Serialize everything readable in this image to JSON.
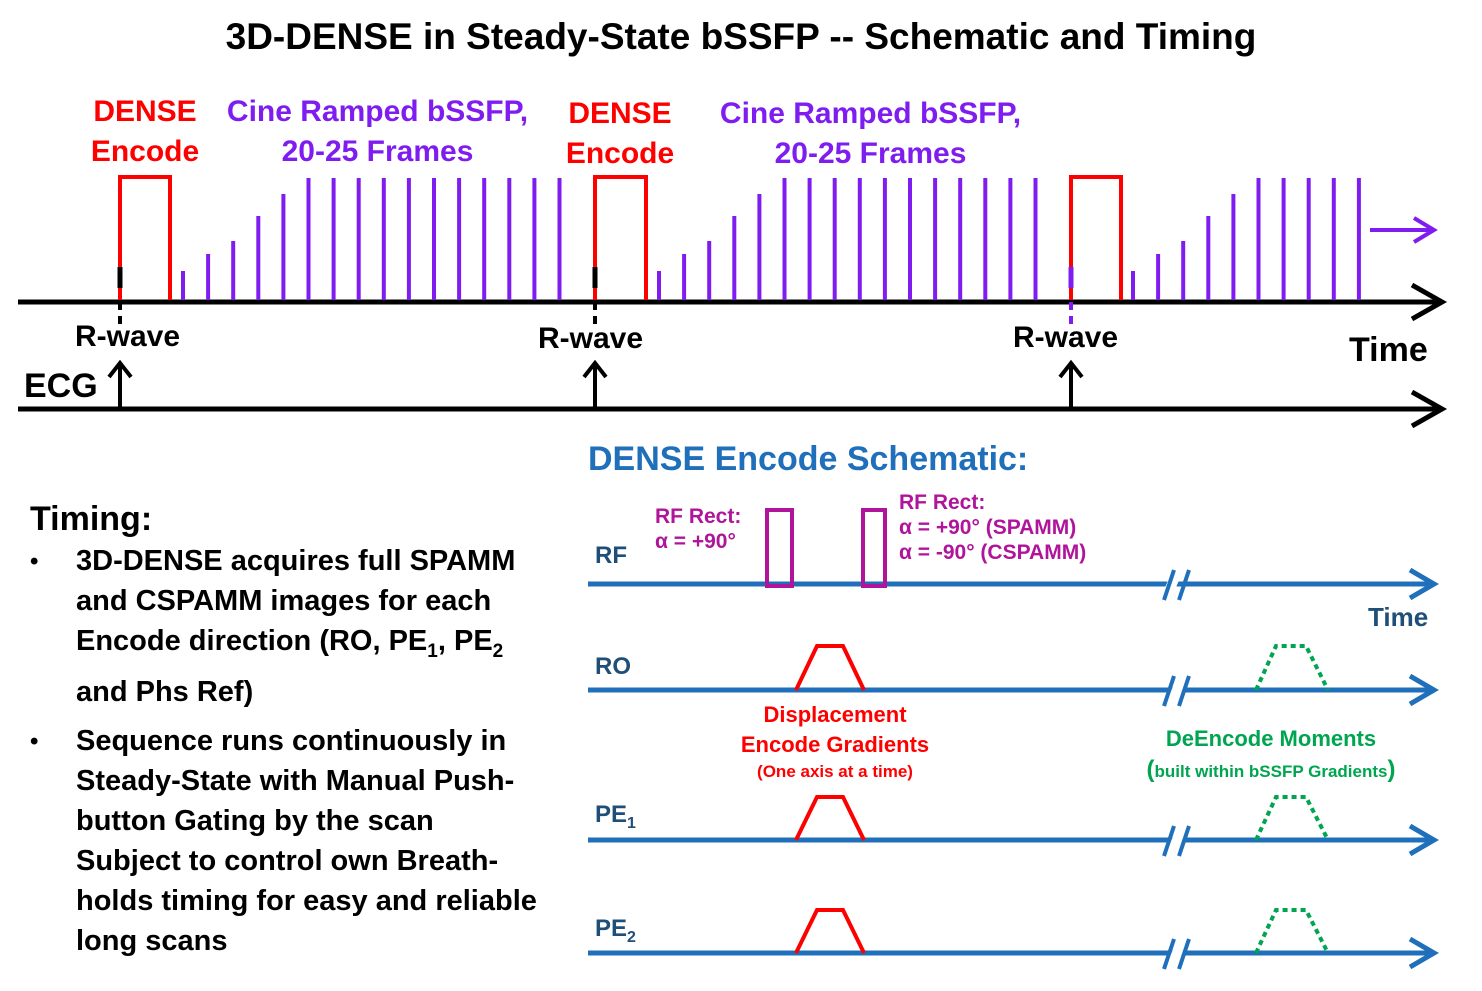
{
  "title": "3D-DENSE in Steady-State bSSFP -- Schematic and Timing",
  "timeline": {
    "encode_label_line1": "DENSE",
    "encode_label_line2": "Encode",
    "cine_label_line1": "Cine Ramped bSSFP,",
    "cine_label_line2": "20-25 Frames",
    "rwave_label": "R-wave",
    "time_label": "Time",
    "ecg_label": "ECG"
  },
  "schematic": {
    "heading": "DENSE Encode Schematic:",
    "axes": {
      "rf": "RF",
      "ro": "RO",
      "pe1_base": "PE",
      "pe1_sub": "1",
      "pe2_base": "PE",
      "pe2_sub": "2"
    },
    "rf_pulse1_line1": "RF Rect:",
    "rf_pulse1_line2": "α = +90°",
    "rf_pulse2_line1": "RF Rect:",
    "rf_pulse2_line2": "α = +90° (SPAMM)",
    "rf_pulse2_line3": "α = -90° (CSPAMM)",
    "time_label": "Time",
    "displacement_line1": "Displacement",
    "displacement_line2": "Encode Gradients",
    "displacement_note": "(One axis at a time)",
    "deencode_line1": "DeEncode Moments",
    "deencode_note_open": "(",
    "deencode_note": "built within bSSFP Gradients",
    "deencode_note_close": ")"
  },
  "timing": {
    "heading": "Timing:",
    "bullet_char": "•",
    "bullet1_a": "3D-DENSE acquires full SPAMM and CSPAMM images for each Encode direction (RO, PE",
    "bullet1_sub1": "1",
    "bullet1_b": ", PE",
    "bullet1_sub2": "2",
    "bullet1_c": " and Phs Ref)",
    "bullet2": "Sequence runs continuously in Steady-State with Manual Push-button Gating by the scan Subject to control own Breath-holds timing for easy and reliable long scans"
  },
  "colors": {
    "encode": "#ff0000",
    "cine": "#7f1cf0",
    "axis": "#1f6fba",
    "rf_pulse": "#b0149a",
    "deencode": "#00a550",
    "black": "#000000"
  }
}
